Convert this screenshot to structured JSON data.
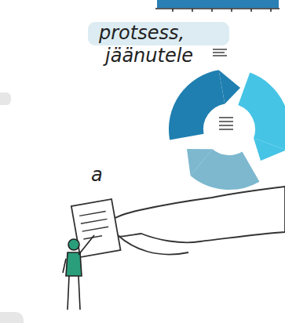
{
  "diagram": {
    "labels": [
      "protsess,",
      "jäänutele",
      "a"
    ]
  }
}
